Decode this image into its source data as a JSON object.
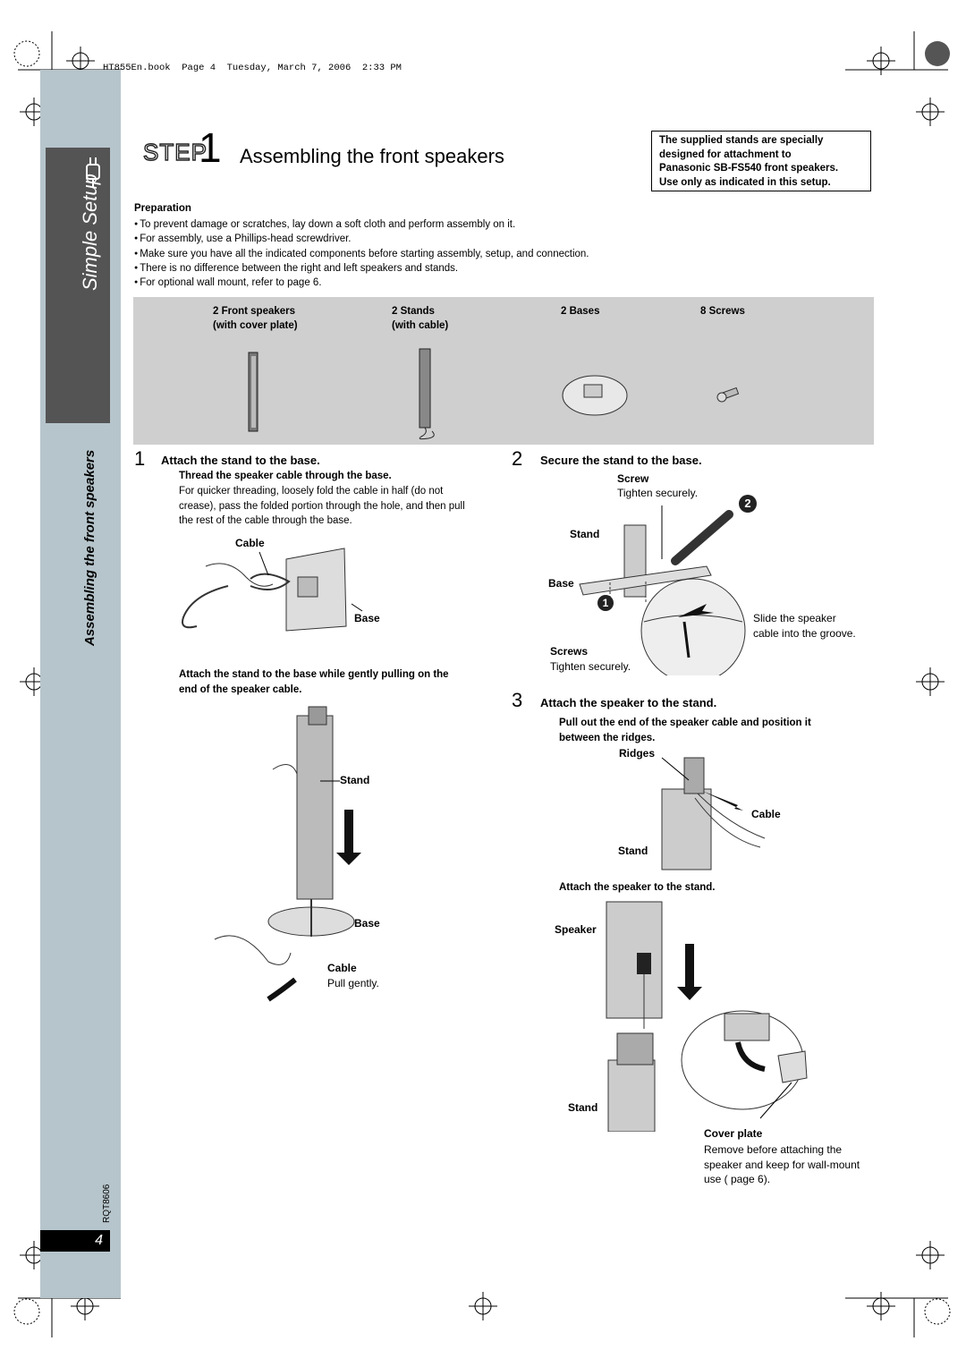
{
  "header": {
    "file_line": "HT855En.book  Page 4  Tuesday, March 7, 2006  2:33 PM"
  },
  "sidebar": {
    "section": "Simple Setup",
    "subsection": "Assembling the front speakers",
    "doc_code": "RQT8606",
    "page_number": "4"
  },
  "step": {
    "word": "STEP",
    "number": "1",
    "title": "Assembling the front speakers"
  },
  "notice": {
    "lines": [
      "The supplied stands are specially",
      "designed for attachment to",
      "Panasonic SB-FS540 front speakers.",
      "Use only as indicated in this setup."
    ]
  },
  "preparation": {
    "heading": "Preparation",
    "items": [
      "To prevent damage or scratches, lay down a soft cloth and perform assembly on it.",
      "For assembly, use a Phillips-head screwdriver.",
      "Make sure you have all the indicated components before starting assembly, setup, and connection.",
      "There is no difference between the right and left speakers and stands.",
      "For optional wall mount, refer to page 6."
    ]
  },
  "parts": [
    {
      "line1": "2 Front speakers",
      "line2": "(with cover plate)"
    },
    {
      "line1": "2 Stands",
      "line2": "(with cable)"
    },
    {
      "line1": "2 Bases",
      "line2": ""
    },
    {
      "line1": "8 Screws",
      "line2": ""
    }
  ],
  "step1": {
    "number": "1",
    "title": "Attach the stand to the base.",
    "sub1": "Thread the speaker cable through the base.",
    "body_lines": [
      "For quicker threading, loosely fold the cable in half (do not",
      "crease), pass the folded portion through the hole, and then pull",
      "the rest of the cable through the base."
    ],
    "label_cable": "Cable",
    "label_base": "Base",
    "sub2_lines": [
      "Attach the stand to the base while gently pulling on the",
      "end of the speaker cable."
    ],
    "label_stand2": "Stand",
    "label_base2": "Base",
    "label_cable2": "Cable",
    "pull_gently": "Pull gently."
  },
  "step2": {
    "number": "2",
    "title": "Secure the stand to the base.",
    "label_screw": "Screw",
    "tighten1": "Tighten securely.",
    "label_stand": "Stand",
    "label_base": "Base",
    "label_screws": "Screws",
    "tighten2": "Tighten securely.",
    "slide_lines": [
      "Slide the speaker",
      "cable into the groove."
    ],
    "circle1": "1",
    "circle2": "2"
  },
  "step3": {
    "number": "3",
    "title": "Attach the speaker to the stand.",
    "sub1_lines": [
      "Pull out the end of the speaker cable and position it",
      "between the ridges."
    ],
    "label_ridges": "Ridges",
    "label_cable": "Cable",
    "label_stand": "Stand",
    "sub2": "Attach the speaker to the stand.",
    "label_speaker": "Speaker",
    "label_stand2": "Stand",
    "cover_plate": "Cover plate",
    "cover_lines": [
      "Remove before attaching the",
      "speaker and keep for wall-mount",
      "use (     page 6)."
    ]
  }
}
